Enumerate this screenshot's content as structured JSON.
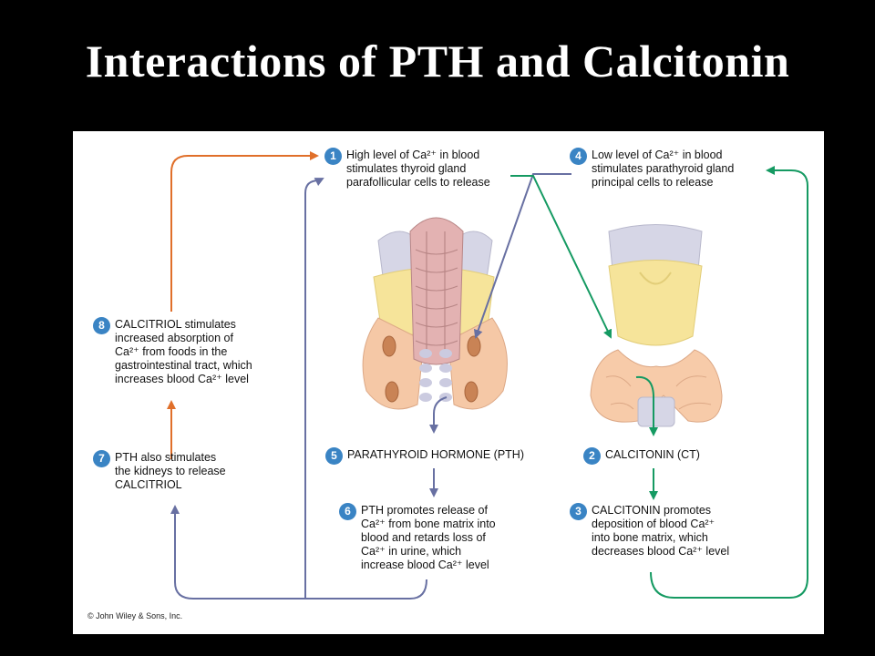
{
  "title": "Interactions of PTH and Calcitonin",
  "copyright": "© John Wiley & Sons, Inc.",
  "colors": {
    "background": "#000000",
    "panel": "#ffffff",
    "step_badge": "#3a84c4",
    "arrow_orange": "#e06f2a",
    "arrow_purple": "#6870a2",
    "arrow_green": "#159a62"
  },
  "steps": [
    {
      "num": "1",
      "lines": [
        "High level of Ca²⁺ in blood",
        "stimulates thyroid gland",
        "parafollicular cells to release"
      ]
    },
    {
      "num": "2",
      "lines": [
        "CALCITONIN (CT)"
      ]
    },
    {
      "num": "3",
      "lines": [
        "CALCITONIN promotes",
        "deposition of blood Ca²⁺",
        "into bone matrix, which",
        "decreases blood Ca²⁺ level"
      ]
    },
    {
      "num": "4",
      "lines": [
        "Low level of Ca²⁺ in blood",
        "stimulates parathyroid gland",
        "principal cells to release"
      ]
    },
    {
      "num": "5",
      "lines": [
        "PARATHYROID HORMONE (PTH)"
      ]
    },
    {
      "num": "6",
      "lines": [
        "PTH promotes release of",
        "Ca²⁺ from bone matrix into",
        "blood and retards loss of",
        "Ca²⁺ in urine, which",
        "increase blood Ca²⁺ level"
      ]
    },
    {
      "num": "7",
      "lines": [
        "PTH also stimulates",
        "the kidneys to release",
        "CALCITRIOL"
      ]
    },
    {
      "num": "8",
      "lines": [
        "CALCITRIOL stimulates",
        "increased absorption of",
        "Ca²⁺ from foods in the",
        "gastrointestinal tract, which",
        "increases blood Ca²⁺ level"
      ]
    }
  ]
}
